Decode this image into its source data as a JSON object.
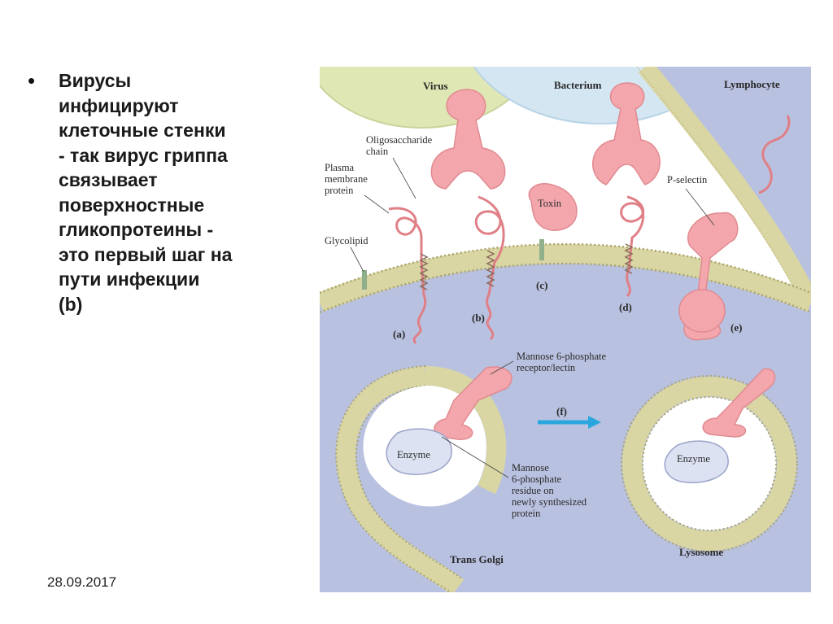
{
  "slide": {
    "bullet_symbol": "•",
    "bullet_text": "Вирусы\nинфицируют\nклеточные стенки\n- так вирус гриппа\nсвязывает\nповерхностные\nгликопротеины -\nэто первый шаг на\nпути инфекции\n(b)",
    "date": "28.09.2017"
  },
  "figure": {
    "labels": {
      "virus": "Virus",
      "bacterium": "Bacterium",
      "lymphocyte": "Lymphocyte",
      "oligo_1": "Oligosaccharide",
      "oligo_2": "chain",
      "plasma_1": "Plasma",
      "plasma_2": "membrane",
      "plasma_3": "protein",
      "glycolipid": "Glycolipid",
      "toxin": "Toxin",
      "p_selectin": "P-selectin",
      "a": "(a)",
      "b": "(b)",
      "c": "(c)",
      "d": "(d)",
      "e": "(e)",
      "f": "(f)",
      "m6p_receptor_1": "Mannose 6-phosphate",
      "m6p_receptor_2": "receptor/lectin",
      "enzyme_left": "Enzyme",
      "enzyme_right": "Enzyme",
      "residue_1": "Mannose",
      "residue_2": "6-phosphate",
      "residue_3": "residue on",
      "residue_4": "newly synthesized",
      "residue_5": "protein",
      "trans_golgi": "Trans Golgi",
      "lysosome": "Lysosome"
    },
    "colors": {
      "cytoplasm": "#b9c1e0",
      "virus": "#dfe7b4",
      "bacterium": "#d3e6f2",
      "membrane": "#d9d6a3",
      "protein": "#f3a7ac",
      "enzyme": "#dde2f2",
      "arrow": "#2aa6de"
    }
  }
}
